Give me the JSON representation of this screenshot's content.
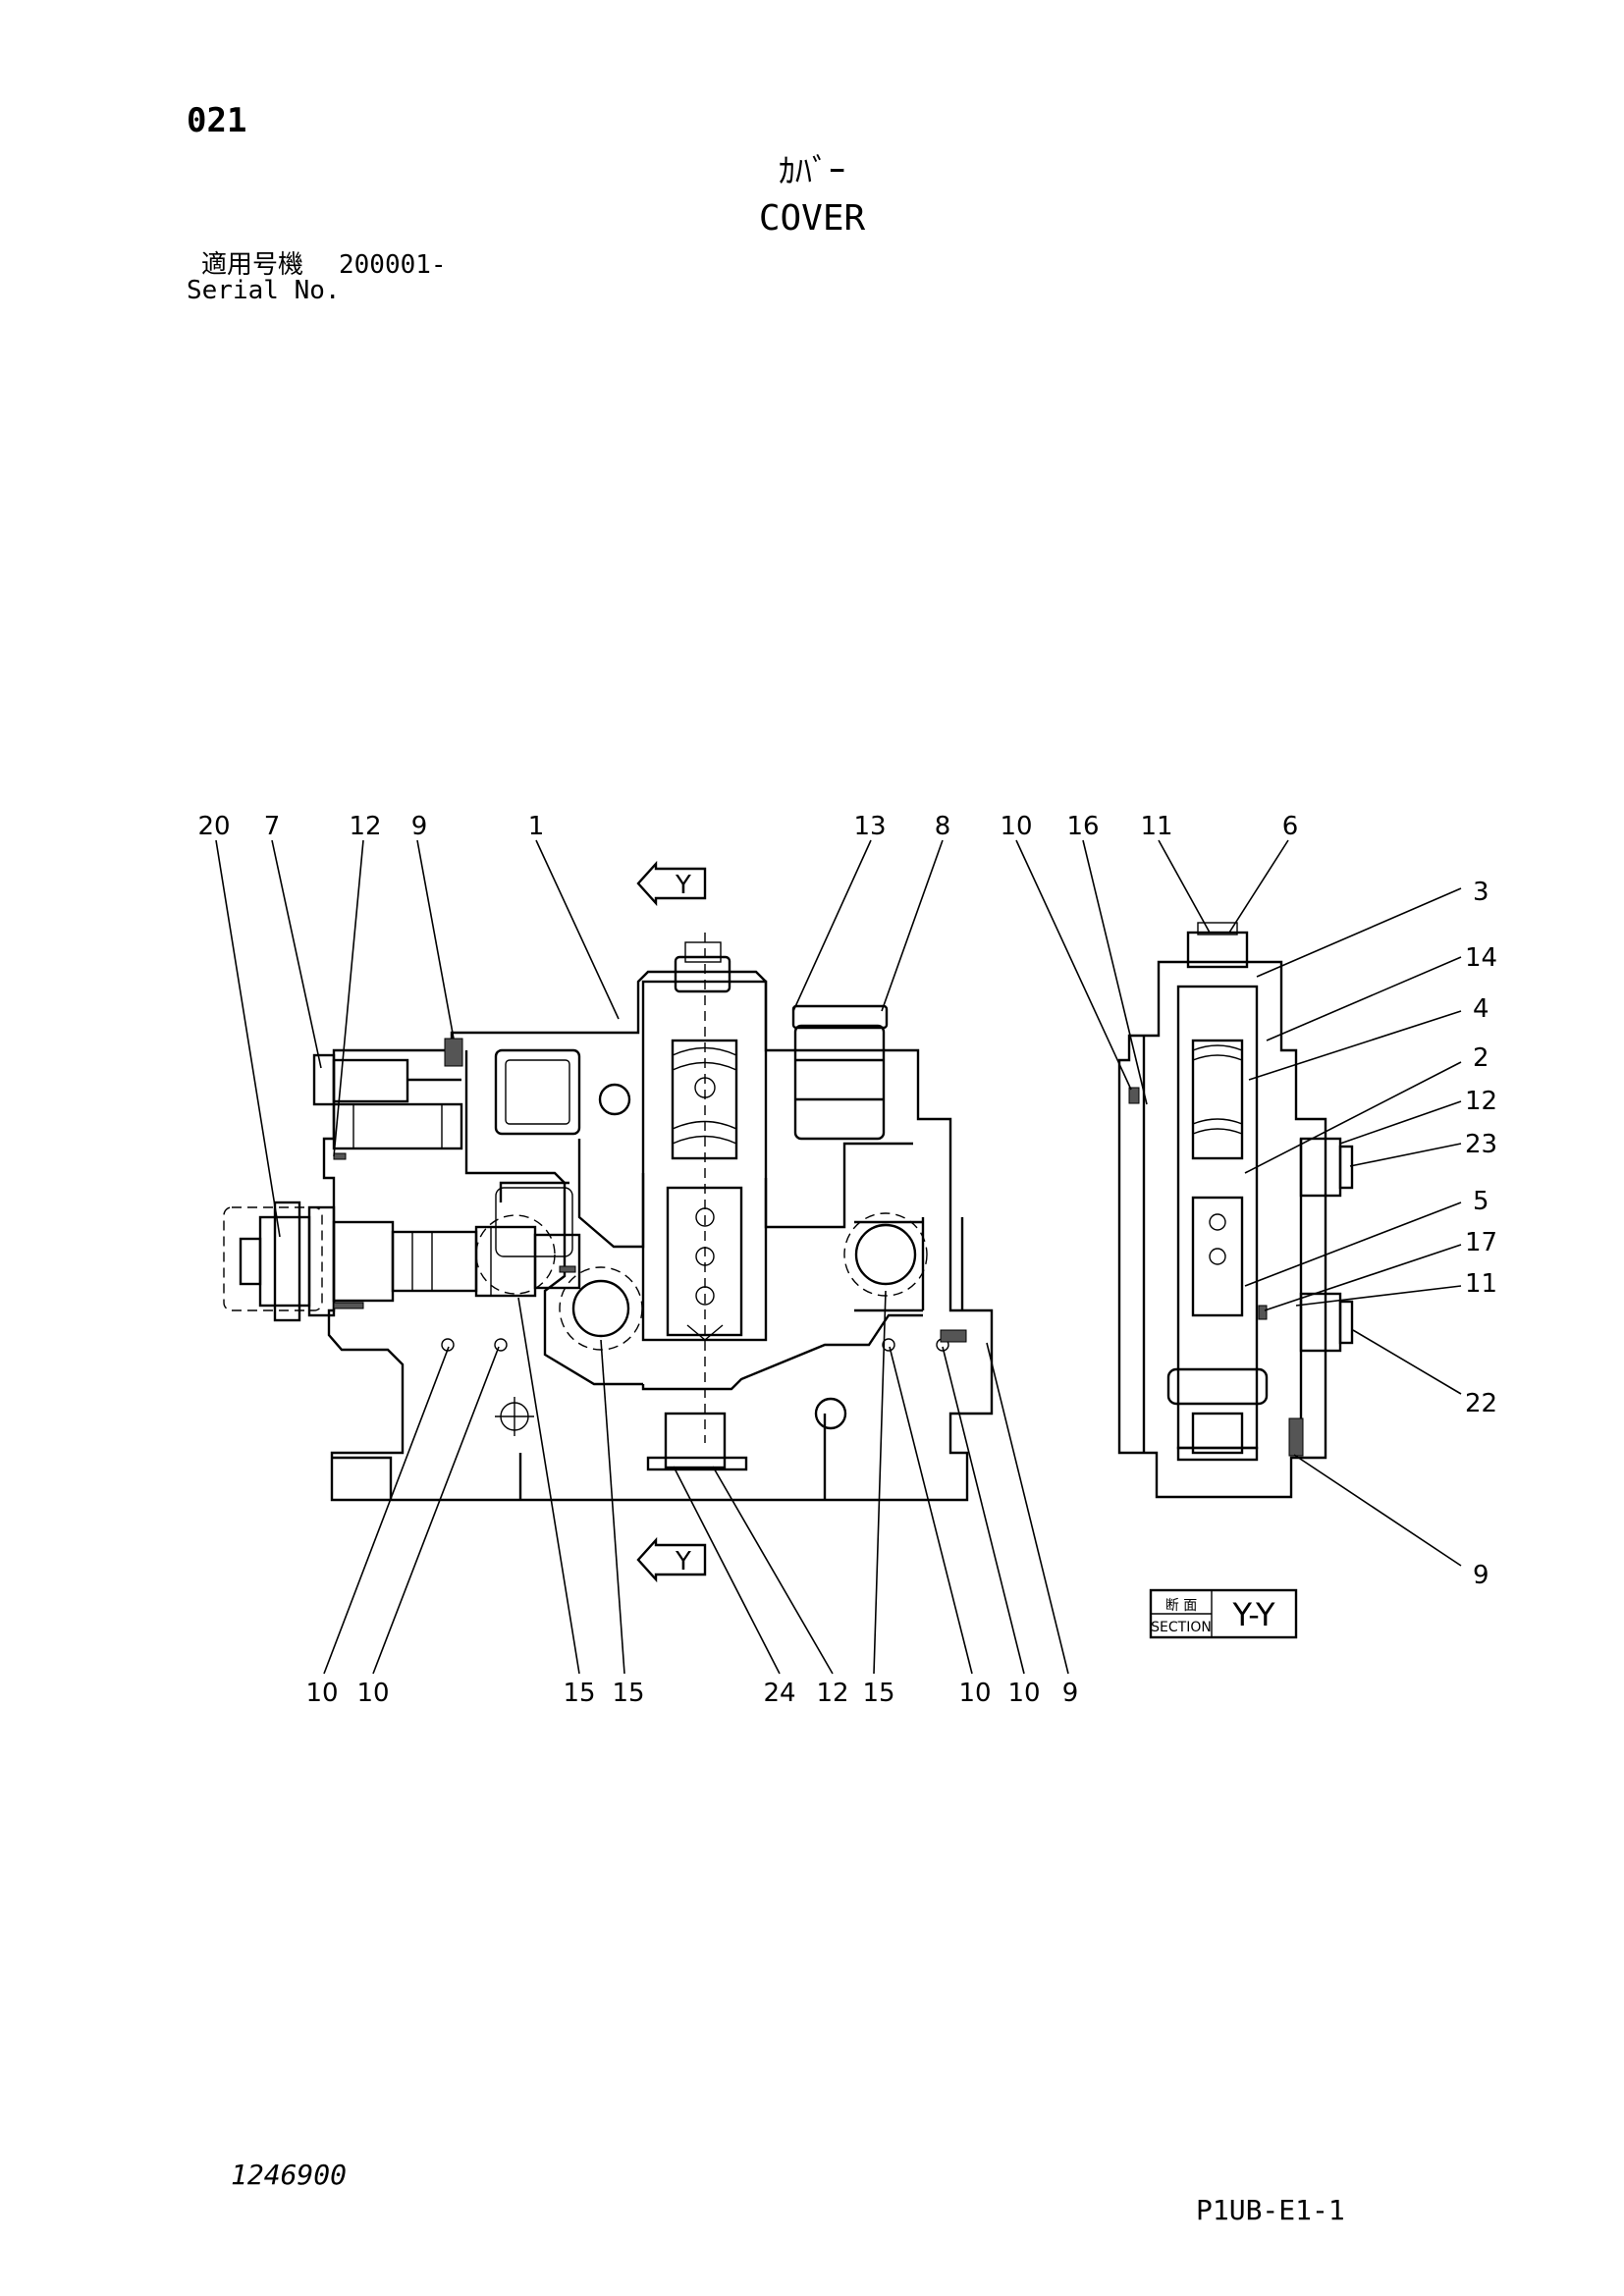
{
  "header": {
    "page_number": "021",
    "title_jp": "ｶﾊﾞｰ",
    "title_en": "COVER",
    "serial_label_jp": "適用号機",
    "serial_value": "200001-",
    "serial_label_en": "Serial No."
  },
  "diagram": {
    "view_markers": [
      "Y",
      "Y"
    ],
    "callouts_main": [
      "20",
      "7",
      "12",
      "9",
      "1",
      "13",
      "8",
      "10",
      "10",
      "15",
      "15",
      "24",
      "12",
      "15",
      "10",
      "10",
      "9"
    ],
    "callouts_section": [
      "10",
      "16",
      "11",
      "6",
      "3",
      "14",
      "4",
      "2",
      "12",
      "23",
      "5",
      "17",
      "11",
      "22",
      "9"
    ],
    "section_label": {
      "jp": "断 面",
      "en": "SECTION",
      "view": "Y-Y"
    }
  },
  "footer": {
    "drawing_number": "1246900",
    "page_code": "P1UB-E1-1"
  }
}
